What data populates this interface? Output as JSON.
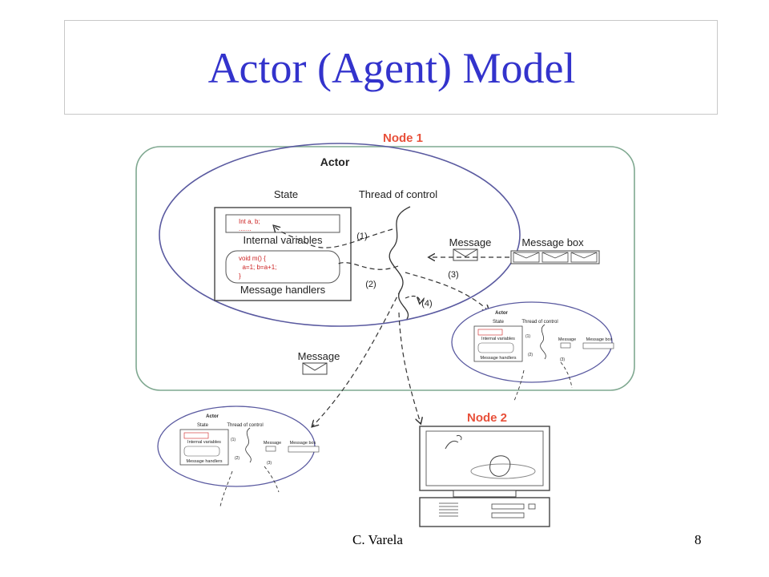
{
  "slide": {
    "title": "Actor (Agent) Model",
    "footer_author": "C. Varela",
    "page_number": "8"
  },
  "diagram": {
    "node1_label": "Node 1",
    "node2_label": "Node 2",
    "actor_label": "Actor",
    "state_label": "State",
    "thread_label": "Thread of control",
    "vars_code_line1": "Int a, b;",
    "vars_code_line2": ".......",
    "internal_vars_label": "Internal variables",
    "handler_code_line1": "void m() {",
    "handler_code_line2": "  a=1; b=a+1;",
    "handler_code_line3": "}",
    "handlers_label": "Message handlers",
    "message_label": "Message",
    "message_box_label": "Message box",
    "step1": "(1)",
    "step2": "(2)",
    "step3": "(3)",
    "step4": "(4)",
    "mini_actor_label": "Actor",
    "mini_state_label": "State",
    "mini_thread_label": "Thread of control",
    "mini_vars_label": "Internal variables",
    "mini_handlers_label": "Message handlers",
    "mini_message_label": "Message",
    "mini_box_label": "Message box",
    "mini_step1": "(1)",
    "mini_step2": "(2)",
    "mini_step3": "(3)",
    "colors": {
      "title": "#3333cc",
      "node_label": "#e8503a",
      "node_border": "#7fa890",
      "actor_border": "#5a5aa0",
      "code": "#cc2222"
    }
  }
}
